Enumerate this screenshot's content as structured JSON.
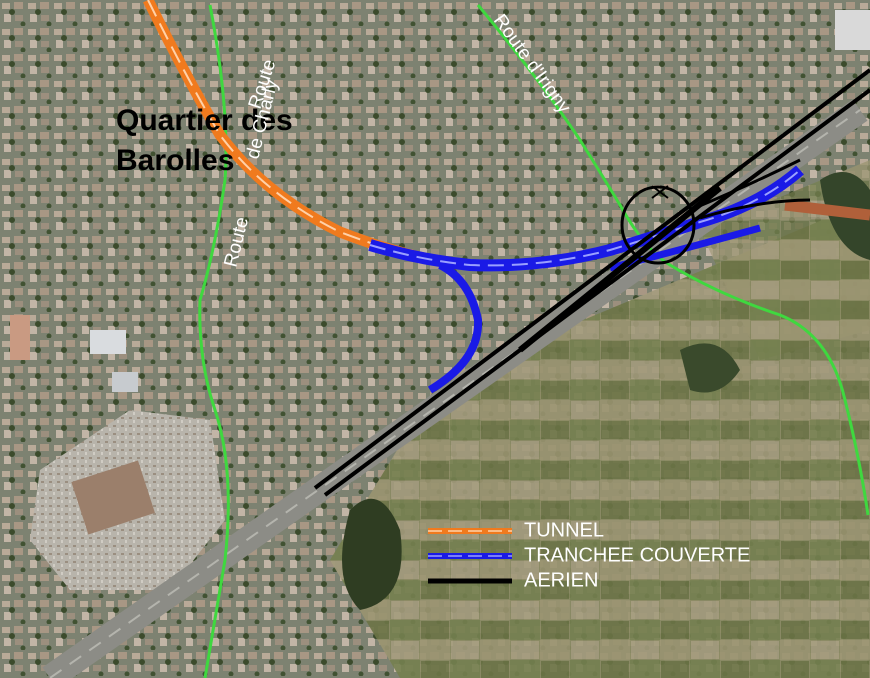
{
  "map": {
    "district_label_lines": [
      "Quartier des",
      "Barolles"
    ],
    "road_labels": [
      "Route",
      "de Charly",
      "Route",
      "Route d'Irigny"
    ],
    "legend": [
      {
        "label": "TUNNEL",
        "color": "#f07a1e"
      },
      {
        "label": "TRANCHEE COUVERTE",
        "color": "#1a1ae6"
      },
      {
        "label": "AERIEN",
        "color": "#000000"
      }
    ],
    "colors": {
      "road_green": "#3fd83f",
      "tunnel_orange": "#f07a1e",
      "cut_blue": "#1a1ae6",
      "aerial_black": "#000000",
      "existing_tunnel_brown": "#b0603a"
    }
  }
}
